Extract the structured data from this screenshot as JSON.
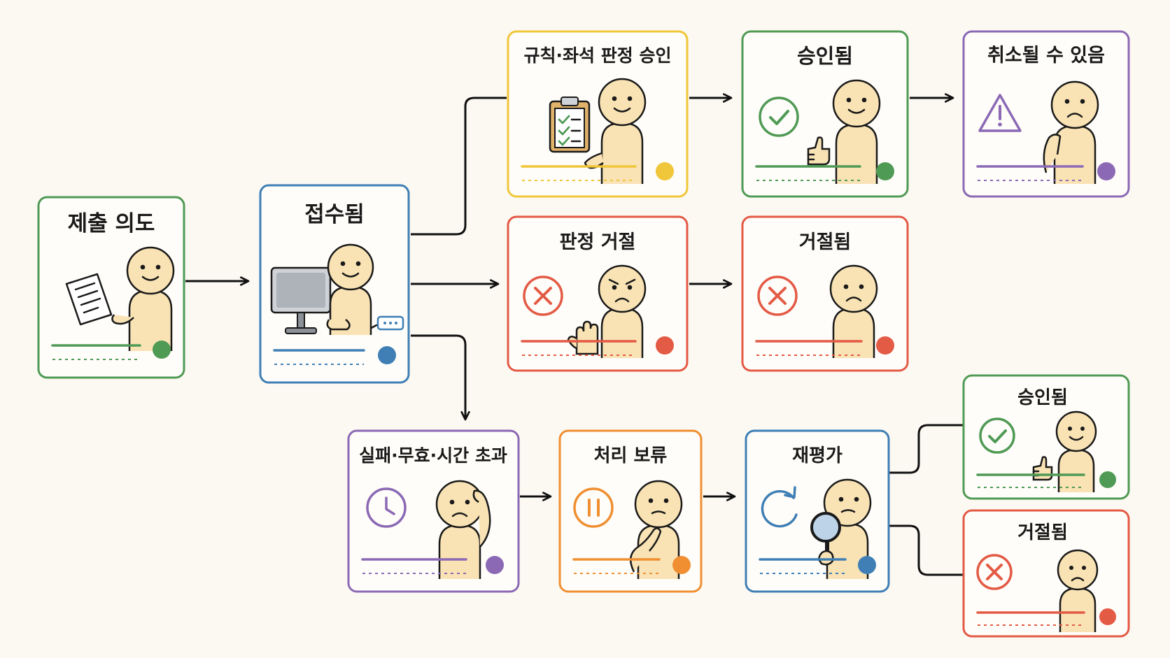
{
  "colors": {
    "green": "#4f9a55",
    "blue": "#3f7fb5",
    "yellow": "#f0c63a",
    "red": "#e35a45",
    "purple": "#8b69b5",
    "orange": "#ef8f32",
    "skin": "#f9e3b4",
    "wire": "#111111"
  },
  "nodes": {
    "intent": {
      "title": "제출 의도",
      "color": "green",
      "icon": "document-icon",
      "mood": "happy"
    },
    "received": {
      "title": "접수됨",
      "color": "blue",
      "icon": "computer-icon",
      "mood": "happy"
    },
    "ruling_approve": {
      "title": "규칙·좌석 판정 승인",
      "color": "yellow",
      "icon": "clipboard-check-icon",
      "mood": "happy"
    },
    "approved": {
      "title": "승인됨",
      "color": "green",
      "icon": "check-circle-icon",
      "mood": "happy"
    },
    "may_cancel": {
      "title": "취소될 수 있음",
      "color": "purple",
      "icon": "warning-icon",
      "mood": "worried"
    },
    "ruling_reject": {
      "title": "판정 거절",
      "color": "red",
      "icon": "x-circle-icon",
      "mood": "angry"
    },
    "rejected": {
      "title": "거절됨",
      "color": "red",
      "icon": "x-circle-icon",
      "mood": "sad"
    },
    "failure": {
      "title": "실패·무효·시간 초과",
      "color": "purple",
      "icon": "clock-icon",
      "mood": "confused"
    },
    "on_hold": {
      "title": "처리 보류",
      "color": "orange",
      "icon": "pause-icon",
      "mood": "thinking"
    },
    "reevaluate": {
      "title": "재평가",
      "color": "blue",
      "icon": "refresh-icon",
      "mood": "searching"
    },
    "approved_2": {
      "title": "승인됨",
      "color": "green",
      "icon": "check-circle-icon",
      "mood": "happy"
    },
    "rejected_2": {
      "title": "거절됨",
      "color": "red",
      "icon": "x-circle-icon",
      "mood": "sad"
    }
  },
  "edges": [
    [
      "intent",
      "received"
    ],
    [
      "received",
      "ruling_approve"
    ],
    [
      "received",
      "ruling_reject"
    ],
    [
      "received",
      "failure"
    ],
    [
      "ruling_approve",
      "approved"
    ],
    [
      "approved",
      "may_cancel"
    ],
    [
      "ruling_reject",
      "rejected"
    ],
    [
      "failure",
      "on_hold"
    ],
    [
      "on_hold",
      "reevaluate"
    ],
    [
      "reevaluate",
      "approved_2"
    ],
    [
      "reevaluate",
      "rejected_2"
    ]
  ]
}
